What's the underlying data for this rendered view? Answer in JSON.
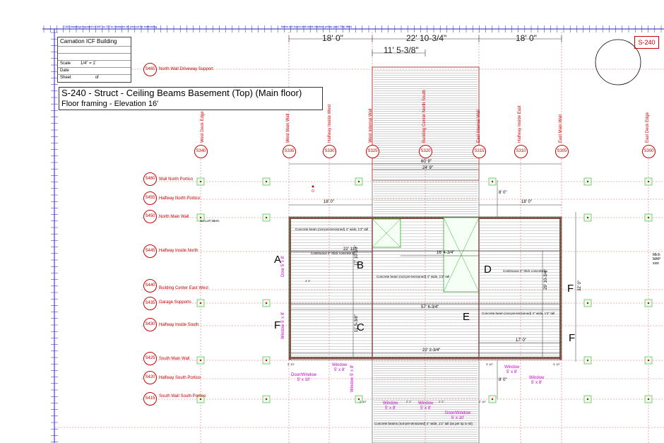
{
  "title_block": {
    "project": "Carnation ICF Building",
    "scale_label": "Scale",
    "scale_value": "1/4\" = 1'",
    "date_label": "Date",
    "sheet_label": "Sheet",
    "sheet_of": "of"
  },
  "drawing_title": {
    "line1": "S-240 - Struct - Ceiling Beams Basement (Top) (Main floor)",
    "line2": "Floor framing - Elevation 16'"
  },
  "sheet_number": "S-240",
  "top_notes": {
    "left": "CAD drawings equated to 5/8\" oc OK to measure off printout for estimating",
    "right": "Items not found web table marked yellow (and 70s) filled"
  },
  "top_dimensions": [
    "18' 0\"",
    "22' 10-3/4\"",
    "18' 0\"",
    "11' 5-3/8\""
  ],
  "column_bubbles": [
    "S340",
    "S335",
    "S330",
    "S325",
    "S320",
    "S315",
    "S310",
    "S305",
    "S300"
  ],
  "column_labels": [
    "West Deck Edge",
    "West Main Wall",
    "Halfway Inside West",
    "West Internal Wall",
    "Building Center North South",
    "East Internal Wall",
    "Halfway Inside East",
    "East Main Wall",
    "East Deck Edge"
  ],
  "rows": [
    {
      "bubble": "S465",
      "label": "North Wall Driveway Support"
    },
    {
      "bubble": "S460",
      "label": "Wall North Portico"
    },
    {
      "bubble": "S455",
      "label": "Halfway North Portico"
    },
    {
      "bubble": "S450",
      "label": "North Main Wall"
    },
    {
      "bubble": "S445",
      "label": "Halfway Inside North"
    },
    {
      "bubble": "S440",
      "label": "Building Center East West"
    },
    {
      "bubble": "S435",
      "label": "Garage Supports"
    },
    {
      "bubble": "S430",
      "label": "Halfway Inside South"
    },
    {
      "bubble": "S425",
      "label": "South Main Wall"
    },
    {
      "bubble": "S420",
      "label": "Halfway South Portico"
    },
    {
      "bubble": "S415",
      "label": "South Wall South Portico"
    }
  ],
  "section_letters": [
    "A",
    "B",
    "C",
    "D",
    "E",
    "F",
    "F",
    "F"
  ],
  "plan_dimensions": {
    "overall": "60' 9\"",
    "portico": "24' 9\"",
    "wing_left": "18' 0\"",
    "wing_right": "18' 0\"",
    "north_gap": "8' 0\"",
    "span_a": "22' 11\"",
    "span_d": "16' 4-3/4\"",
    "span_full": "57' 6-3/4\"",
    "span_south": "22' 2-3/4\"",
    "span_se": "17' 0\"",
    "v_b": "17' 10-3/8\"",
    "v_c": "11' 5-3/8\"",
    "v_d": "29' 10-3/4\"",
    "v_right": "32' 0\"",
    "south_gap": "8' 0\""
  },
  "beam_notes": {
    "n1": "Concrete beam (not-pre-tensioned) 4\" wide, 1'2\" tall",
    "n2": "Continuous 4\" thick concrete lip",
    "n3": "Concrete beam (not-pre-tensioned) 4\" wide, 1'2\" tall",
    "n4": "Continuous 4\" thick concrete lip",
    "n5": "Concrete beam (not-pre-tensioned) 4\" wide, 1'2\" tall",
    "n6": "Concrete beams (not-pre-tensioned) 4\" wide, 1'2\" tall (as per sp S-40)",
    "nlr": "No LLR taken"
  },
  "windows": [
    {
      "l1": "Door/Window",
      "l2": "5' x 10'"
    },
    {
      "l1": "Window",
      "l2": "5' x 8'"
    },
    {
      "l1": "Window",
      "l2": "5' x 8'"
    },
    {
      "l1": "Window",
      "l2": "5' x 8'"
    },
    {
      "l1": "Window",
      "l2": "5' x 8'"
    },
    {
      "l1": "Window",
      "l2": "5' x 8'"
    },
    {
      "l1": "Door/Window",
      "l2": "5' x 10'"
    }
  ],
  "side_labels": {
    "west_door": "Door 5' x 8'",
    "west_window": "Window 5' x 8'",
    "south_window": "Window 5' x 8'"
  },
  "small_dims": [
    "3' 10\"",
    "2' 10\"",
    "2' 2\"",
    "2' 2\"",
    "2' 10\"",
    "3' 10\"",
    "3' 10\"",
    "4' 4\""
  ],
  "right_edge_note": [
    "Mich",
    "MAP",
    "size"
  ],
  "colors": {
    "grid_red": "#e06060",
    "bubble_red": "#cc0000",
    "magenta": "#cc00cc",
    "ruler_blue": "#2020c0",
    "lumber_gray": "#888888",
    "green": "#33aa33",
    "cyan": "#00aacc"
  }
}
